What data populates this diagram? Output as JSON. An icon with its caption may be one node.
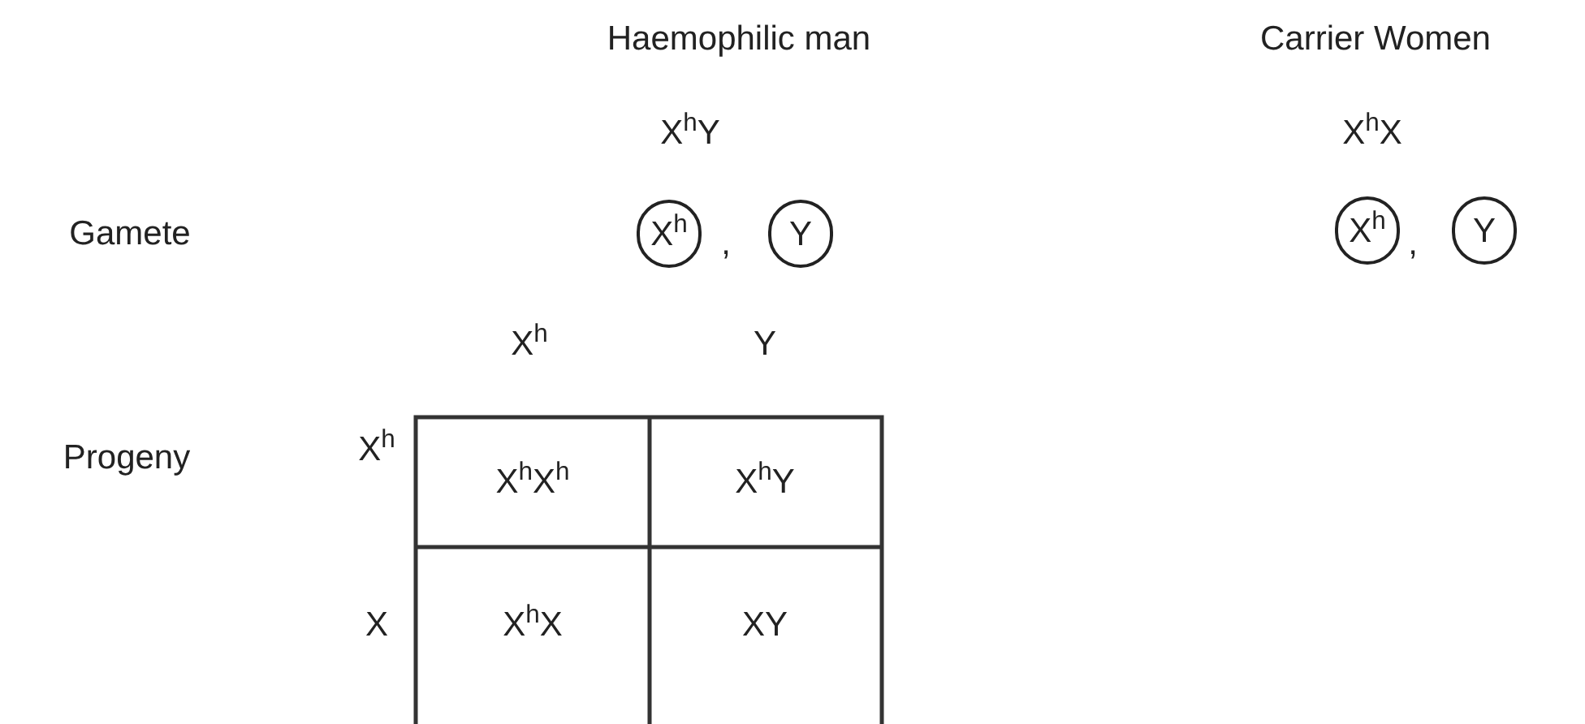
{
  "diagram": {
    "nodes": [
      {
        "text": [
          "X$^{h}$"
        ]
      },
      {
        "text": [
          "Y"
        ]
      },
      {
        "text": [
          "X$^{h}$"
        ]
      },
      {
        "text": [
          "Y"
        ]
      }
    ],
    "edges": [],
    "labels": [
      "Haemophilic man",
      "Carrier Women",
      "X$^{h}$Y",
      "X$^{h}$X",
      "Gamete",
      ",",
      ",",
      "X$^{h}$",
      "Y",
      "Progeny",
      "X$^{h}$",
      "X$^{h}$X$^{h}$",
      "X$^{h}$Y",
      "X",
      "X$^{h}$X",
      "XY"
    ]
  }
}
